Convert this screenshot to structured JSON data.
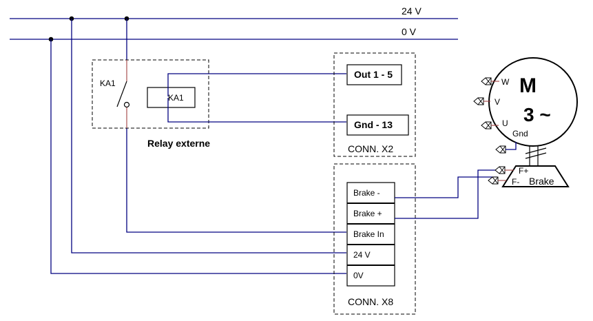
{
  "diagram": {
    "rails": [
      {
        "label": "24 V"
      },
      {
        "label": "0 V"
      }
    ],
    "relay": {
      "contact_label": "KA1",
      "coil_label": "KA1",
      "caption": "Relay externe"
    },
    "conn_x2": {
      "caption": "CONN. X2",
      "terminals": [
        {
          "label": "Out 1 - 5"
        },
        {
          "label": "Gnd - 13"
        }
      ]
    },
    "conn_x8": {
      "caption": "CONN. X8",
      "terminals": [
        {
          "label": "Brake -"
        },
        {
          "label": "Brake +"
        },
        {
          "label": "Brake In"
        },
        {
          "label": "24 V"
        },
        {
          "label": "0V"
        }
      ]
    },
    "motor": {
      "symbol": "M",
      "phase": "3 ~",
      "terminals": [
        {
          "label": "W"
        },
        {
          "label": "V"
        },
        {
          "label": "U"
        },
        {
          "label": "Gnd"
        }
      ]
    },
    "brake": {
      "label": "Brake",
      "terminals": [
        {
          "label": "F+"
        },
        {
          "label": "F-"
        }
      ]
    },
    "colors": {
      "wire": "#000080",
      "internal_wire": "#a04040",
      "outline": "#000000"
    }
  }
}
